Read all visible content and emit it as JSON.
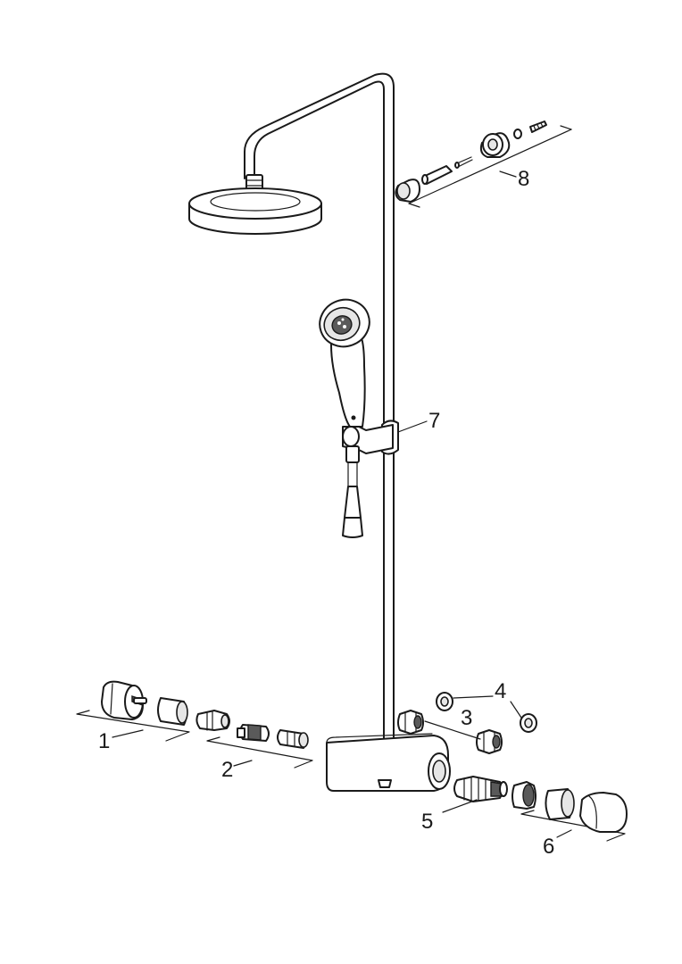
{
  "callouts": [
    {
      "id": "1",
      "label": "1"
    },
    {
      "id": "2",
      "label": "2"
    },
    {
      "id": "3",
      "label": "3"
    },
    {
      "id": "4",
      "label": "4"
    },
    {
      "id": "5",
      "label": "5"
    },
    {
      "id": "6",
      "label": "6"
    },
    {
      "id": "7",
      "label": "7"
    },
    {
      "id": "8",
      "label": "8"
    }
  ],
  "parts": [
    {
      "group": "1",
      "name": "handle-and-sleeve"
    },
    {
      "group": "2",
      "name": "check-valves-and-filters"
    },
    {
      "group": "3",
      "name": "connection-nuts"
    },
    {
      "group": "4",
      "name": "washers"
    },
    {
      "group": "5",
      "name": "thermostatic-cartridge"
    },
    {
      "group": "6",
      "name": "temperature-handle-set"
    },
    {
      "group": "7",
      "name": "hand-shower-holder"
    },
    {
      "group": "8",
      "name": "wall-bracket-set"
    }
  ],
  "colors": {
    "line": "#1a1a1a",
    "fill": "#ffffff",
    "shade": "#e6e6e6",
    "dark": "#5a5a5a"
  }
}
